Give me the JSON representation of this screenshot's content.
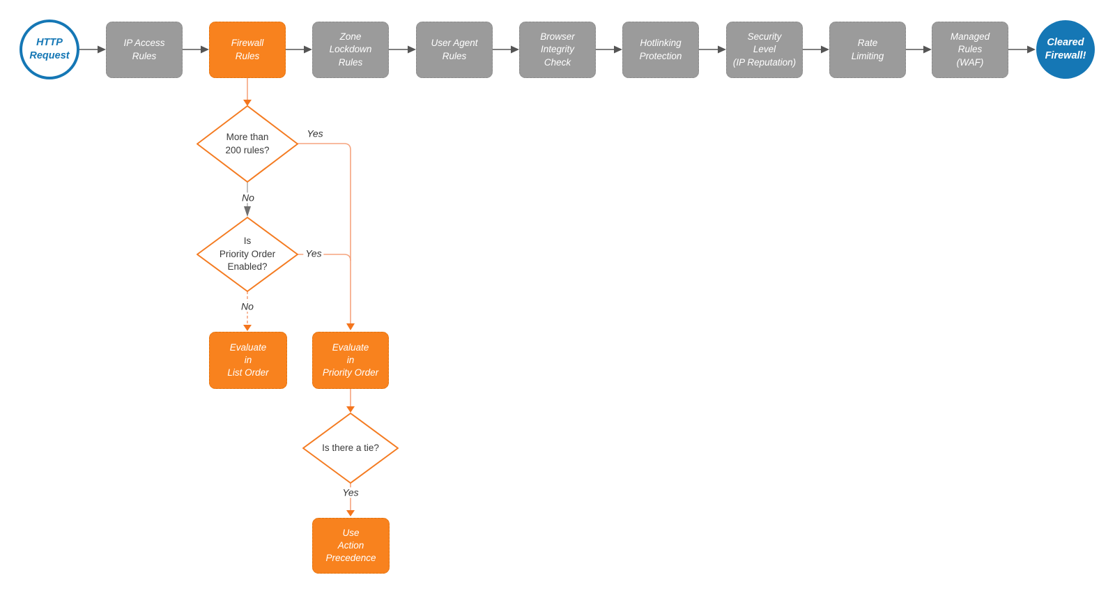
{
  "pipeline": {
    "start": {
      "label": "HTTP\nRequest"
    },
    "stages": [
      {
        "label": "IP Access\nRules",
        "style": "gray"
      },
      {
        "label": "Firewall\nRules",
        "style": "orange"
      },
      {
        "label": "Zone\nLockdown\nRules",
        "style": "gray"
      },
      {
        "label": "User Agent\nRules",
        "style": "gray"
      },
      {
        "label": "Browser\nIntegrity\nCheck",
        "style": "gray"
      },
      {
        "label": "Hotlinking\nProtection",
        "style": "gray"
      },
      {
        "label": "Security\nLevel\n(IP Reputation)",
        "style": "gray"
      },
      {
        "label": "Rate\nLimiting",
        "style": "gray"
      },
      {
        "label": "Managed\nRules\n(WAF)",
        "style": "gray"
      }
    ],
    "end": {
      "label": "Cleared\nFirewall!"
    }
  },
  "decisions": [
    {
      "label": "More than\n200 rules?",
      "yes_label": "Yes",
      "no_label": "No"
    },
    {
      "label": "Is\nPriority Order\nEnabled?",
      "yes_label": "Yes",
      "no_label": "No"
    },
    {
      "label": "Is there a tie?",
      "yes_label": "Yes"
    }
  ],
  "actions": [
    {
      "label": "Evaluate\nin\nList Order"
    },
    {
      "label": "Evaluate\nin\nPriority Order"
    },
    {
      "label": "Use\nAction\nPrecedence"
    }
  ],
  "colors": {
    "gray-fill": "#9b9b9b",
    "orange": "#f8821e",
    "blue": "#1577b5",
    "line-salmon": "#f5a47e",
    "head-orange": "#f4751d",
    "diamond-stroke": "#f47b21",
    "line-gray": "#555555",
    "ink": "#3a3a3a"
  }
}
